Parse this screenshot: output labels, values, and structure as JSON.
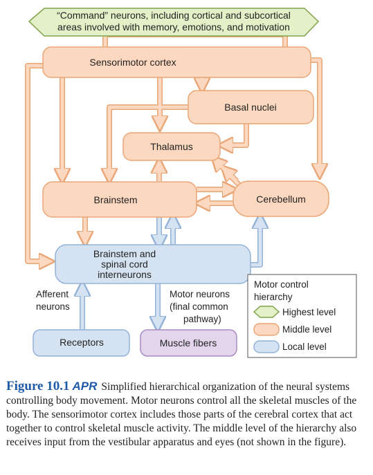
{
  "diagram": {
    "command": {
      "line1": "“Command” neurons, including cortical and subcortical",
      "line2": "areas involved with memory, emotions, and motivation"
    },
    "sensorimotor_cortex": "Sensorimotor cortex",
    "basal_nuclei": "Basal nuclei",
    "thalamus": "Thalamus",
    "brainstem": "Brainstem",
    "cerebellum": "Cerebellum",
    "interneurons": {
      "line1": "Brainstem and",
      "line2": "spinal cord",
      "line3": "interneurons"
    },
    "afferent": {
      "line1": "Afferent",
      "line2": "neurons"
    },
    "motor_neurons": {
      "line1": "Motor neurons",
      "line2": "(final common",
      "line3": "pathway)"
    },
    "receptors": "Receptors",
    "muscle_fibers": "Muscle fibers",
    "legend": {
      "title_line1": "Motor control",
      "title_line2": "hierarchy",
      "highest": "Highest level",
      "middle": "Middle level",
      "local": "Local level"
    },
    "colors": {
      "highest_fill": "#e3f0c8",
      "highest_stroke": "#7ea24a",
      "middle_fill": "#fbd8bf",
      "middle_stroke": "#e9a677",
      "local_fill": "#d5e2f2",
      "local_stroke": "#93b2d8",
      "muscle_fill": "#e3d6ec",
      "muscle_stroke": "#a88bc0"
    }
  },
  "caption": {
    "figure": "Figure 10.1",
    "apr": "APR",
    "text": "Simplified hierarchical organization of the neural systems controlling body movement. Motor neurons control all the skeletal muscles of the body. The sensorimotor cortex includes those parts of the cerebral cortex that act together to control skeletal muscle activity. The middle level of the hierarchy also receives input from the vestibular apparatus and eyes (not shown in the figure)."
  }
}
